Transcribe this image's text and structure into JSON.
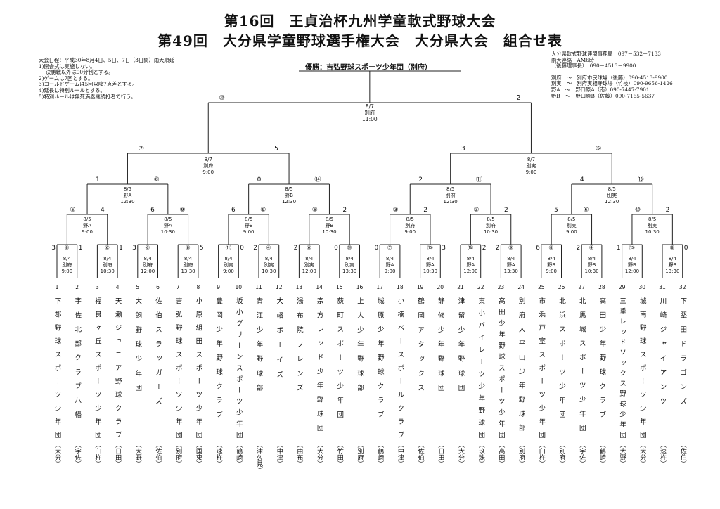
{
  "title": {
    "line1": "第16回　王貞治杯九州学童軟式野球大会",
    "line2": "第49回　大分県学童野球選手権大会　大分県大会　組合せ表"
  },
  "rules": [
    "大会日程：平成30年8月4日、5日、7日（3日間）雨天順延",
    "1)開会式は実施しない。",
    "決勝戦以外は90分制とする。",
    "2)ゲームは7回とする。",
    "3)コールドゲームは5回以降7点差とする。",
    "4)延長は特別ルールとする。",
    "5)特別ルールは無死満塁継続打者で行う。"
  ],
  "contact": [
    "大分県軟式野球連盟事務局　097－532－7133",
    "雨天連絡　AM6時",
    "（後藤理事長）　090－4513－9900",
    "別府　～　別府市民球場（後藤）090-4513-9900",
    "別実　～　別府実相寺球場（竹枝）090-9656-1426",
    "野A　～　野口原A（南）090-7447-7901",
    "野B　～　野口原B（佐藤）090-7165-5637"
  ],
  "winner": "優勝：吉弘野球スポーツ少年団（別府）",
  "teams": [
    {
      "no": "1",
      "name": "下郡野球スポーツ少年団",
      "city": "（大分）"
    },
    {
      "no": "2",
      "name": "宇佐北部クラブ八幡",
      "city": "（宇佐）"
    },
    {
      "no": "3",
      "name": "福良ヶ丘スポーツ少年団",
      "city": "（臼杵）"
    },
    {
      "no": "4",
      "name": "天瀬ジュニア野球クラブ",
      "city": "（日田）"
    },
    {
      "no": "5",
      "name": "大飼野球少年団",
      "city": "（大野）"
    },
    {
      "no": "6",
      "name": "佐伯スラッガーズ",
      "city": "（佐伯）"
    },
    {
      "no": "7",
      "name": "吉弘野球スポーツ少年団",
      "city": "（別府）"
    },
    {
      "no": "8",
      "name": "小原組田スポーツ少年団",
      "city": "（国東）"
    },
    {
      "no": "9",
      "name": "豊岡少年野球クラブ",
      "city": "（速杵）"
    },
    {
      "no": "10",
      "name": "坂小グリーンスポーツ少年団",
      "city": "（鶴崎）"
    },
    {
      "no": "11",
      "name": "青江少年野球部",
      "city": "（津久見）"
    },
    {
      "no": "12",
      "name": "大幡ボーイズ",
      "city": "（中津）"
    },
    {
      "no": "13",
      "name": "湯布院フレンズ",
      "city": "（由布）"
    },
    {
      "no": "14",
      "name": "宗方レッド少年野球団",
      "city": "（大分）"
    },
    {
      "no": "15",
      "name": "荻町スポーツ少年団",
      "city": "（竹田）"
    },
    {
      "no": "16",
      "name": "上人少年野球部",
      "city": "（別府）"
    },
    {
      "no": "17",
      "name": "城原少年野球クラブ",
      "city": "（鶴崎）"
    },
    {
      "no": "18",
      "name": "小楠ベースボールクラブ",
      "city": "（中津）"
    },
    {
      "no": "19",
      "name": "鶴岡アタックス",
      "city": "（佐伯）"
    },
    {
      "no": "20",
      "name": "静修少年野球団",
      "city": "（日田）"
    },
    {
      "no": "21",
      "name": "津留少年野球団",
      "city": "（大分）"
    },
    {
      "no": "22",
      "name": "東小バイレーツ少年野球団",
      "city": "（玖珠）"
    },
    {
      "no": "23",
      "name": "高田少年野球スポーツ少年団",
      "city": "（高田）"
    },
    {
      "no": "24",
      "name": "別府大平山少年野球部",
      "city": "（別府）"
    },
    {
      "no": "25",
      "name": "市浜戸室スポーツ少年団",
      "city": "（臼杵）"
    },
    {
      "no": "26",
      "name": "北浜スポーツ少年団",
      "city": "（別府）"
    },
    {
      "no": "27",
      "name": "北馬城スポーツ少年団",
      "city": "（宇佐）"
    },
    {
      "no": "28",
      "name": "高田少年野球クラブ",
      "city": "（鶴崎）"
    },
    {
      "no": "29",
      "name": "三重レッドソックス野球少年団",
      "city": "（大野）"
    },
    {
      "no": "30",
      "name": "城南野球スポーツ少年団",
      "city": "（大分）"
    },
    {
      "no": "31",
      "name": "川崎ジャイアンツ",
      "city": "（速杵）"
    },
    {
      "no": "32",
      "name": "下堅田ドラゴンズ",
      "city": "（佐伯）"
    }
  ],
  "round1": [
    {
      "match": "⑧",
      "date": "8/4",
      "venue": "別府",
      "time": "9:00",
      "scoreL": "3",
      "scoreR": "1"
    },
    {
      "match": "⑥",
      "date": "8/4",
      "venue": "別府",
      "time": "10:30",
      "scoreL": "",
      "scoreR": "1"
    },
    {
      "match": "⑥",
      "date": "8/4",
      "venue": "別府",
      "time": "12:00",
      "scoreL": "3",
      "scoreR": ""
    },
    {
      "match": "⑧",
      "date": "8/4",
      "venue": "別府",
      "time": "13:30",
      "scoreL": "",
      "scoreR": "5"
    },
    {
      "match": "⑪",
      "date": "8/4",
      "venue": "別実",
      "time": "9:00",
      "scoreL": "",
      "scoreR": "0"
    },
    {
      "match": "④",
      "date": "8/4",
      "venue": "別実",
      "time": "10:30",
      "scoreL": "2",
      "scoreR": ""
    },
    {
      "match": "⑥",
      "date": "8/4",
      "venue": "別実",
      "time": "12:00",
      "scoreL": "2",
      "scoreR": ""
    },
    {
      "match": "⑩",
      "date": "8/4",
      "venue": "別実",
      "time": "13:30",
      "scoreL": "0",
      "scoreR": ""
    },
    {
      "match": "⑦",
      "date": "8/4",
      "venue": "野A",
      "time": "9:00",
      "scoreL": "0",
      "scoreR": ""
    },
    {
      "match": "⑮",
      "date": "8/4",
      "venue": "野A",
      "time": "10:30",
      "scoreL": "",
      "scoreR": "3"
    },
    {
      "match": "⑯",
      "date": "8/4",
      "venue": "野A",
      "time": "12:00",
      "scoreL": "",
      "scoreR": "2"
    },
    {
      "match": "⑨",
      "date": "8/4",
      "venue": "野A",
      "time": "13:30",
      "scoreL": "2",
      "scoreR": ""
    },
    {
      "match": "⑧",
      "date": "8/4",
      "venue": "野B",
      "time": "9:00",
      "scoreL": "6",
      "scoreR": ""
    },
    {
      "match": "④",
      "date": "8/4",
      "venue": "野B",
      "time": "10:30",
      "scoreL": "2",
      "scoreR": ""
    },
    {
      "match": "⑮",
      "date": "8/4",
      "venue": "野B",
      "time": "12:00",
      "scoreL": "1",
      "scoreR": ""
    },
    {
      "match": "⑧",
      "date": "8/4",
      "venue": "野B",
      "time": "13:30",
      "scoreL": "",
      "scoreR": "0"
    }
  ],
  "round2": [
    {
      "date": "8/5",
      "venue": "野A",
      "time": "9:00",
      "scoreL": "⑤",
      "scoreR": "4"
    },
    {
      "date": "8/5",
      "venue": "野A",
      "time": "10:30",
      "scoreL": "6",
      "scoreR": "⑨"
    },
    {
      "date": "8/5",
      "venue": "野B",
      "time": "9:00",
      "scoreL": "6",
      "scoreR": "⑨"
    },
    {
      "date": "8/5",
      "venue": "野B",
      "time": "10:30",
      "scoreL": "⑥",
      "scoreR": "2"
    },
    {
      "date": "8/5",
      "venue": "別府",
      "time": "9:00",
      "scoreL": "③",
      "scoreR": "2"
    },
    {
      "date": "8/5",
      "venue": "別府",
      "time": "10:30",
      "scoreL": "③",
      "scoreR": "2"
    },
    {
      "date": "8/5",
      "venue": "別実",
      "time": "9:00",
      "scoreL": "5",
      "scoreR": "⑥"
    },
    {
      "date": "8/5",
      "venue": "別実",
      "time": "10:30",
      "scoreL": "⑩",
      "scoreR": "2"
    }
  ],
  "round3": [
    {
      "date": "8/5",
      "venue": "野A",
      "time": "12:30",
      "scoreL": "1",
      "scoreR": "⑧"
    },
    {
      "date": "8/5",
      "venue": "野B",
      "time": "12:30",
      "scoreL": "0",
      "scoreR": "⑭"
    },
    {
      "date": "8/5",
      "venue": "別府",
      "time": "12:30",
      "scoreL": "2",
      "scoreR": "⑪"
    },
    {
      "date": "8/5",
      "venue": "別実",
      "time": "12:30",
      "scoreL": "4",
      "scoreR": "⑬"
    }
  ],
  "semis": [
    {
      "date": "8/7",
      "venue": "別府",
      "time": "9:00",
      "scoreL": "⑦",
      "scoreR": "5"
    },
    {
      "date": "8/7",
      "venue": "別実",
      "time": "9:00",
      "scoreL": "3",
      "scoreR": "⑤"
    }
  ],
  "final": {
    "date": "8/7",
    "venue": "別府",
    "time": "11:00",
    "scoreL": "⑩",
    "scoreR": "2"
  }
}
